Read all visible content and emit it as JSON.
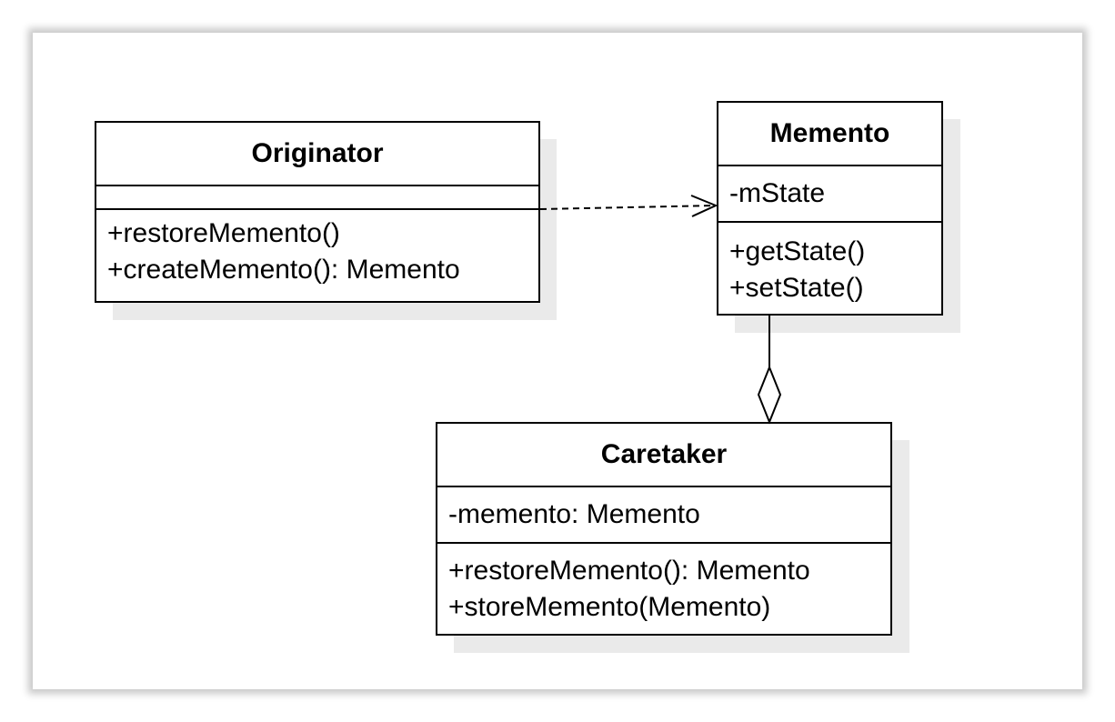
{
  "diagram": {
    "classes": {
      "originator": {
        "name": "Originator",
        "attributes": [],
        "methods": [
          "+restoreMemento()",
          "+createMemento(): Memento"
        ]
      },
      "memento": {
        "name": "Memento",
        "attributes": [
          "-mState"
        ],
        "methods": [
          "+getState()",
          "+setState()"
        ]
      },
      "caretaker": {
        "name": "Caretaker",
        "attributes": [
          "-memento: Memento"
        ],
        "methods": [
          "+restoreMemento(): Memento",
          "+storeMemento(Memento)"
        ]
      }
    },
    "relations": [
      {
        "from": "Originator",
        "to": "Memento",
        "kind": "dependency",
        "style": "dashed-open-arrow"
      },
      {
        "from": "Caretaker",
        "to": "Memento",
        "kind": "aggregation",
        "style": "hollow-diamond"
      }
    ],
    "colors": {
      "line": "#000000",
      "box_fill": "#ffffff",
      "shadow": "#eaeaea",
      "background": "#ffffff"
    }
  }
}
